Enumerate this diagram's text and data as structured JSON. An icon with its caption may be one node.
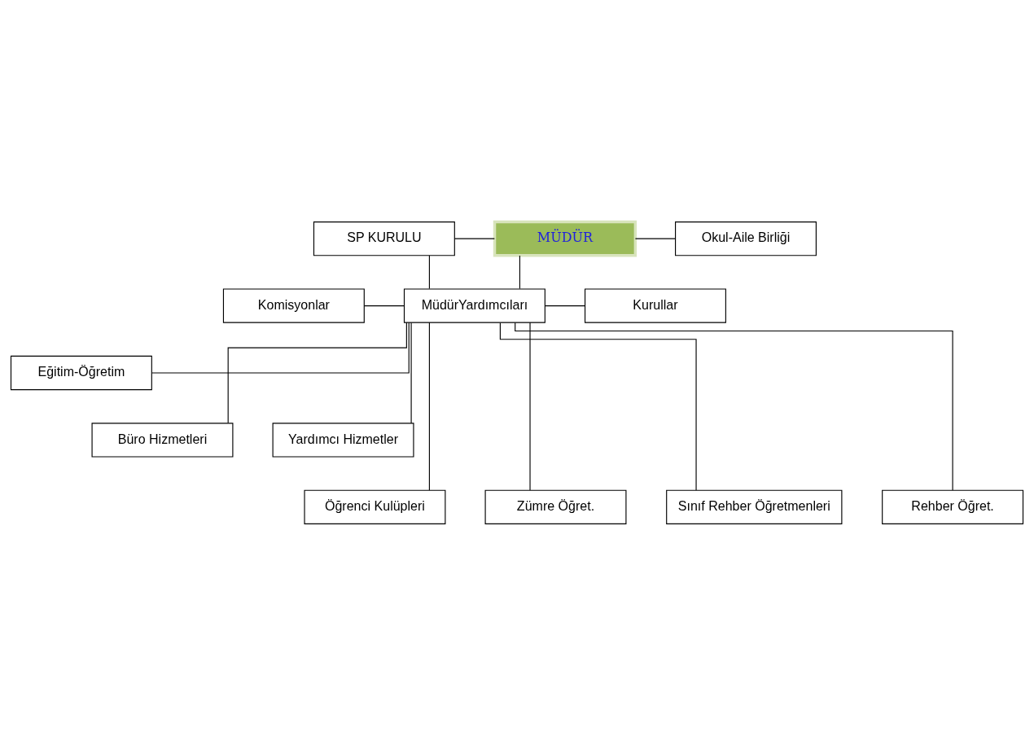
{
  "diagram": {
    "nodes": [
      {
        "text": [
          "MÜDÜR"
        ]
      },
      {
        "text": [
          "SP KURULU"
        ]
      },
      {
        "text": [
          "Okul-Aile Birliği"
        ]
      },
      {
        "text": [
          "MüdürYardımcıları"
        ]
      },
      {
        "text": [
          "Komisyonlar"
        ]
      },
      {
        "text": [
          "Kurullar"
        ]
      },
      {
        "text": [
          "Eğitim-Öğretim"
        ]
      },
      {
        "text": [
          "Büro Hizmetleri"
        ]
      },
      {
        "text": [
          "Yardımcı Hizmetler"
        ]
      },
      {
        "text": [
          "Öğrenci Kulüpleri"
        ]
      },
      {
        "text": [
          "Zümre Öğret."
        ]
      },
      {
        "text": [
          "Sınıf Rehber Öğretmenleri"
        ]
      },
      {
        "text": [
          "Rehber Öğret."
        ]
      }
    ],
    "edges": [
      {
        "from": 0,
        "to": 1,
        "arrow": "none"
      },
      {
        "from": 0,
        "to": 2,
        "arrow": "none"
      },
      {
        "from": 0,
        "to": 3,
        "arrow": "none"
      },
      {
        "from": 1,
        "to": 3,
        "arrow": "none"
      },
      {
        "from": 3,
        "to": 4,
        "arrow": "none"
      },
      {
        "from": 3,
        "to": 5,
        "arrow": "none"
      },
      {
        "from": 3,
        "to": 6,
        "arrow": "none"
      },
      {
        "from": 3,
        "to": 7,
        "arrow": "none"
      },
      {
        "from": 3,
        "to": 8,
        "arrow": "none"
      },
      {
        "from": 3,
        "to": 9,
        "arrow": "none"
      },
      {
        "from": 3,
        "to": 10,
        "arrow": "none"
      },
      {
        "from": 3,
        "to": 11,
        "arrow": "none"
      },
      {
        "from": 3,
        "to": 12,
        "arrow": "none"
      }
    ]
  }
}
